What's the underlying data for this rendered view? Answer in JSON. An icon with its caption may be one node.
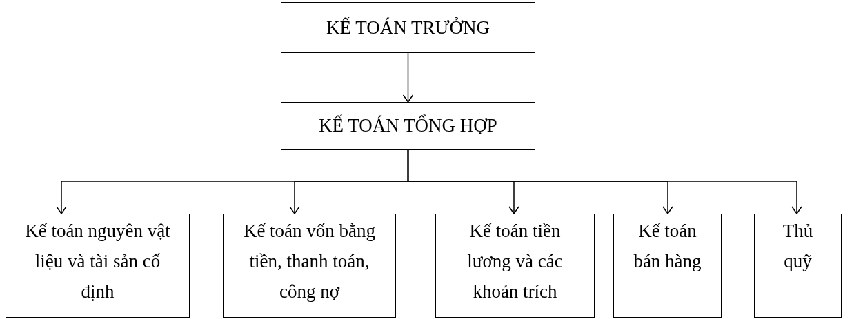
{
  "diagram": {
    "nodes": [
      {
        "text": [
          "KẾ TOÁN TRƯỞNG"
        ]
      },
      {
        "text": [
          "KẾ TOÁN TỔNG HỢP"
        ]
      },
      {
        "text": [
          "Kế toán nguyên vật liệu và tài sản cố định"
        ]
      },
      {
        "text": [
          "Kế toán vốn bằng tiền, thanh toán, công nợ"
        ]
      },
      {
        "text": [
          "Kế toán tiền lương và các khoản trích"
        ]
      },
      {
        "text": [
          "Kế toán bán hàng"
        ]
      },
      {
        "text": [
          "Thủ quỹ"
        ]
      }
    ],
    "edges": [
      {
        "from": 0,
        "to": 1,
        "arrow": "to"
      },
      {
        "from": 1,
        "to": 2,
        "arrow": "to"
      },
      {
        "from": 1,
        "to": 3,
        "arrow": "to"
      },
      {
        "from": 1,
        "to": 4,
        "arrow": "to"
      },
      {
        "from": 1,
        "to": 5,
        "arrow": "to"
      },
      {
        "from": 1,
        "to": 6,
        "arrow": "to"
      }
    ]
  }
}
